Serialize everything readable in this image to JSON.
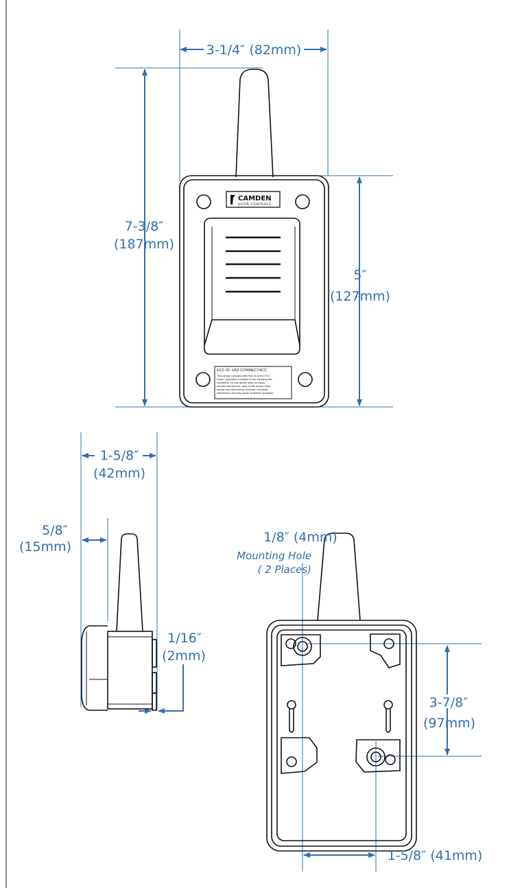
{
  "colors": {
    "dimension": "#2f6fad",
    "outline": "#111111",
    "extension_line": "#2f6fad"
  },
  "front_view": {
    "width_label": "3-1/4″ (82mm)",
    "height_label_line1": "7-3/8″",
    "height_label_line2": "(187mm)",
    "body_height_line1": "5″",
    "body_height_line2": "(127mm)",
    "logo_name": "CAMDEN",
    "logo_sub": "DOOR CONTROLS",
    "fcc_id": "FCC ID: U5Z-CONNECT4CC",
    "fcc_lines": [
      "This device complies with Part 15 of the FCC",
      "Rules. Operation is subject to the following two",
      "conditions: (1) this device may not cause",
      "harmful interference, and (2) this device must",
      "accept any interference received, including",
      "interference hat may cause undesired operation."
    ]
  },
  "side_view": {
    "depth_line1": "1-5/8″",
    "depth_line2": "(42mm)",
    "cover_line1": "5/8″",
    "cover_line2": "(15mm)",
    "gap_line1": "1/16″",
    "gap_line2": "(2mm)"
  },
  "back_view": {
    "hole_label": "1/8″ (4mm)",
    "hole_note1": "Mounting Hole",
    "hole_note2": "( 2 Places)",
    "vertical_line1": "3-7/8″",
    "vertical_line2": "(97mm)",
    "horizontal_label": "1-5/8″ (41mm)"
  }
}
